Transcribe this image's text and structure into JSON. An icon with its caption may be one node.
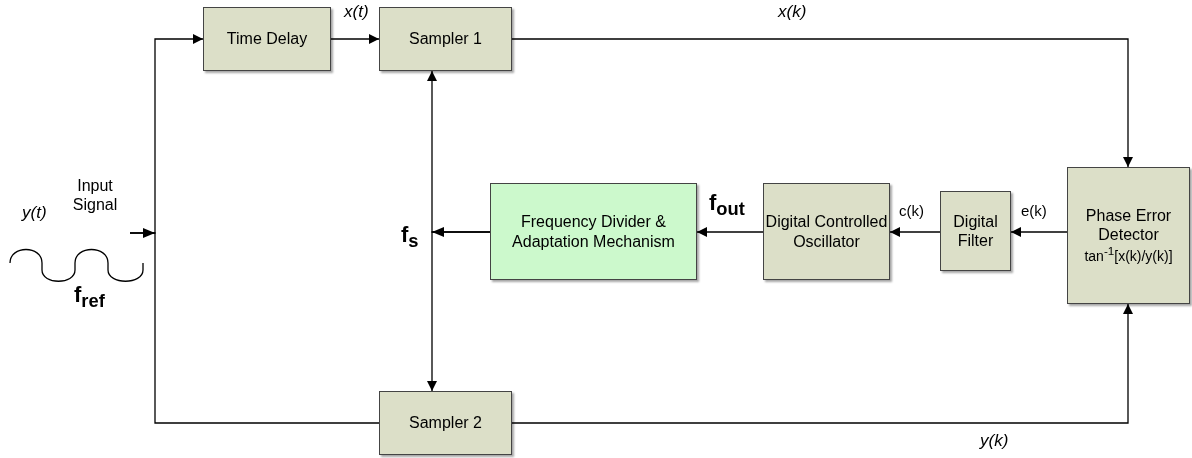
{
  "diagram": {
    "nodes": [
      {
        "text": [
          "Input Signal"
        ],
        "beside": [
          "y(t)",
          "f$_{ref}$"
        ]
      },
      {
        "text": [
          "Time Delay"
        ]
      },
      {
        "text": [
          "Sampler 1"
        ]
      },
      {
        "text": [
          "Sampler 2"
        ]
      },
      {
        "text": [
          "Frequency Divider & Adaptation Mechanism"
        ]
      },
      {
        "text": [
          "Digital Controlled Oscillator"
        ]
      },
      {
        "text": [
          "Digital Filter"
        ]
      },
      {
        "text": [
          "Phase Error Detector",
          "tan$^{-1}$[x(k)/y(k)]"
        ]
      }
    ],
    "edges": [
      {
        "from": 0,
        "to": 1,
        "arrow": "to"
      },
      {
        "from": 0,
        "to": 3,
        "arrow": "to"
      },
      {
        "from": 1,
        "to": 2,
        "arrow": "to",
        "label": "x(t)"
      },
      {
        "from": 2,
        "to": 7,
        "arrow": "to",
        "label": "x(k)"
      },
      {
        "from": 3,
        "to": 7,
        "arrow": "to",
        "label": "y(k)"
      },
      {
        "from": 7,
        "to": 6,
        "arrow": "to",
        "label": "e(k)"
      },
      {
        "from": 6,
        "to": 5,
        "arrow": "to",
        "label": "c(k)"
      },
      {
        "from": 5,
        "to": 4,
        "arrow": "to",
        "label": "f$_{out}$"
      },
      {
        "from": 4,
        "to": 2,
        "arrow": "to"
      },
      {
        "from": 4,
        "to": 3,
        "arrow": "to"
      }
    ],
    "labels": [
      "f$_{s}$"
    ]
  }
}
